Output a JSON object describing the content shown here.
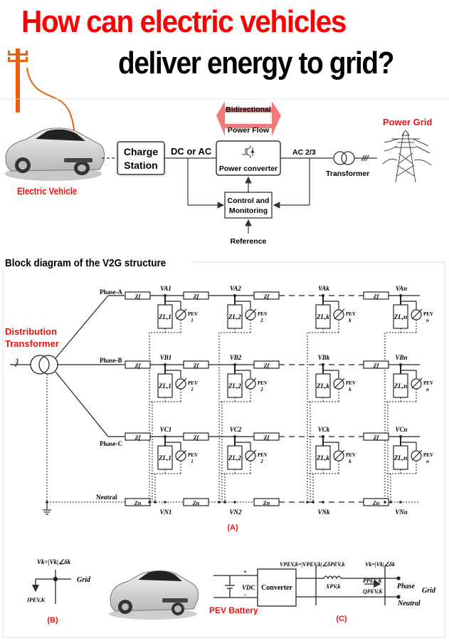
{
  "title": {
    "line1": "How can electric vehicles",
    "line2": "deliver energy to grid?"
  },
  "top_diagram": {
    "electric_vehicle_label": "Electric Vehicle",
    "charge_station_line1": "Charge",
    "charge_station_line2": "Station",
    "dc_or_ac": "DC or AC",
    "bidirectional_line1": "Bidirectional",
    "bidirectional_line2": "Power Flow",
    "power_converter": "Power converter",
    "ac_23": "AC 2/3",
    "transformer": "Transformer",
    "power_grid": "Power Grid",
    "control_line1": "Control and",
    "control_line2": "Monitoring",
    "reference": "Reference"
  },
  "section_title": "Block diagram of the V2G structure",
  "diagram_a": {
    "label": "(A)",
    "distribution_line1": "Distribution",
    "distribution_line2": "Transformer",
    "three": "3",
    "phases": [
      "Phase-A",
      "Phase-B",
      "Phase-C"
    ],
    "neutral": "Neutral",
    "zf": "Zf",
    "zn": "Zn",
    "pev": "PEV",
    "columns": [
      {
        "idx": "1",
        "va": "A1",
        "vb": "B1",
        "vc": "C1",
        "vn": "N1",
        "zl": "L,1"
      },
      {
        "idx": "2",
        "va": "A2",
        "vb": "B2",
        "vc": "C2",
        "vn": "N2",
        "zl": "L,2"
      },
      {
        "idx": "k",
        "va": "Ak",
        "vb": "Bk",
        "vc": "Ck",
        "vn": "Nk",
        "zl": "L,k"
      },
      {
        "idx": "n",
        "va": "An",
        "vb": "Bn",
        "vc": "Cn",
        "vn": "Nn",
        "zl": "L,n"
      }
    ]
  },
  "diagram_b": {
    "label": "(B)",
    "vk_eq": "Vk=|Vk|∠δk",
    "grid": "Grid",
    "ipev": "IPEV,K"
  },
  "diagram_c": {
    "label": "(C)",
    "pev_battery": "PEV Battery",
    "vdc": "VDC",
    "plus": "+",
    "minus": "-",
    "converter": "Converter",
    "vpev_eq": "VPEV,k=|VPEV,k|∠δPEV,k",
    "vk_eq": "Vk=|Vk|∠δk",
    "xpv": "XPV,k",
    "ppev": "PPEV,K",
    "qpev": "QPEV,K",
    "phase": "Phase",
    "neutral": "Neutral",
    "grid": "Grid"
  },
  "colors": {
    "title_red": "#ff0000",
    "label_red": "#ee1111",
    "arrow_pink": "#f47a7a",
    "pole_orange": "#e8620c"
  }
}
